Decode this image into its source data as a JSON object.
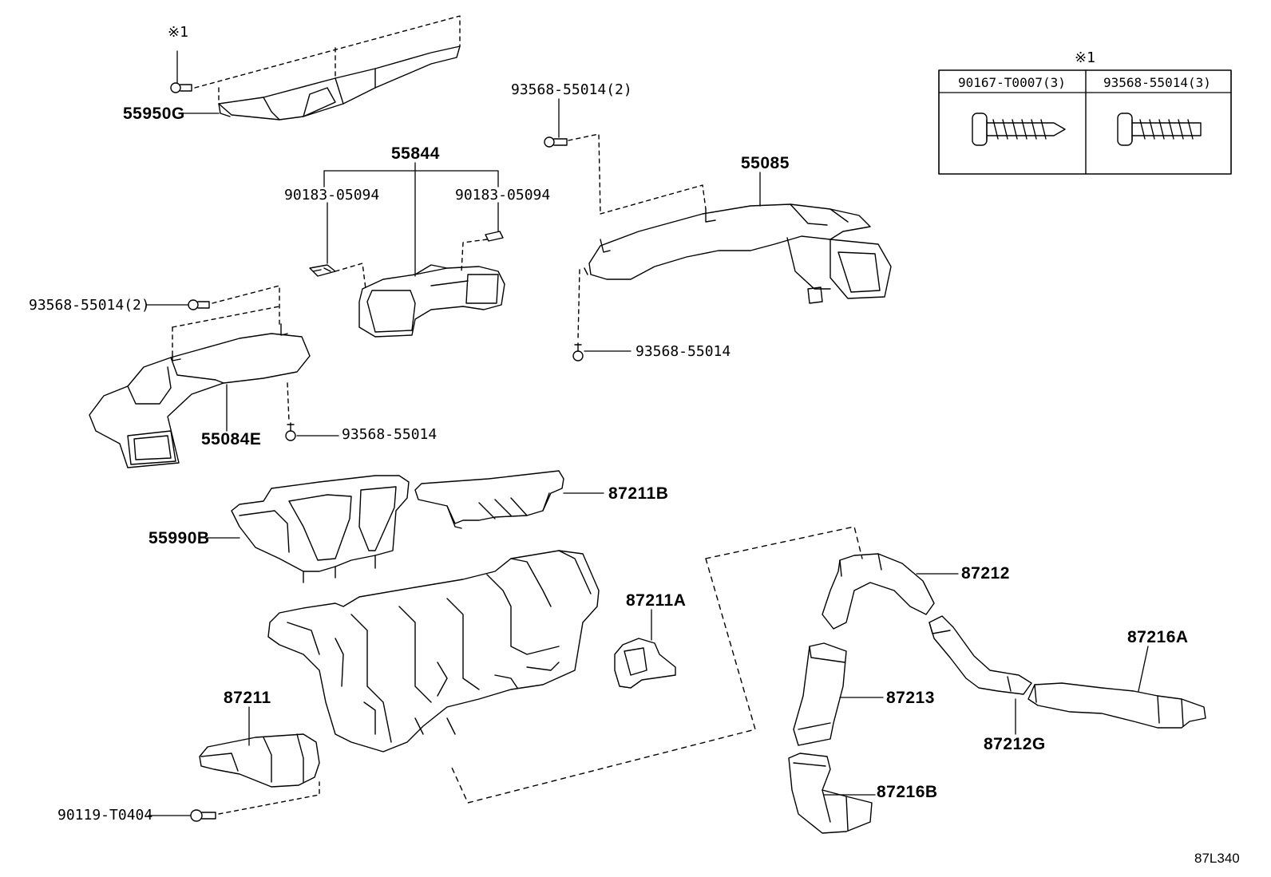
{
  "diagram_id": "87L340",
  "note_mark": "※1",
  "legend": {
    "mark": "※1",
    "columns": [
      {
        "part_no": "90167-T0007(3)",
        "icon": "screw-icon"
      },
      {
        "part_no": "93568-55014(3)",
        "icon": "screw-icon"
      }
    ]
  },
  "parts": {
    "p55950G": "55950G",
    "p55844": "55844",
    "p90183_left": "90183-05094",
    "p90183_right": "90183-05094",
    "p93568_top": "93568-55014(2)",
    "p55085": "55085",
    "p93568_left": "93568-55014(2)",
    "p93568_mid": "93568-55014",
    "p93568_low": "93568-55014",
    "p55084E": "55084E",
    "p87211B": "87211B",
    "p55990B": "55990B",
    "p87211A": "87211A",
    "p87211": "87211",
    "p90119": "90119-T0404",
    "p87212": "87212",
    "p87213": "87213",
    "p87216A": "87216A",
    "p87212G": "87212G",
    "p87216B": "87216B"
  }
}
